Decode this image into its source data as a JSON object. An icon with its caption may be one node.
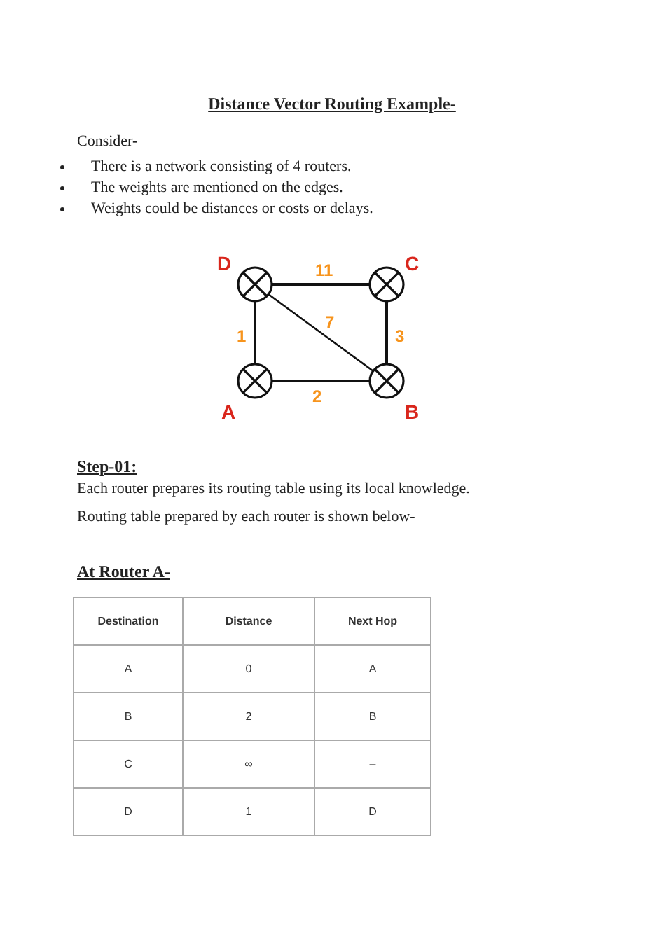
{
  "diagram": {
    "title": "Distance Vector Routing Example-",
    "nodes": [
      {
        "text": [],
        "shape": "circle",
        "beside": [
          "D"
        ]
      },
      {
        "text": [],
        "shape": "circle",
        "beside": [
          "C"
        ]
      },
      {
        "text": [],
        "shape": "circle",
        "beside": [
          "A"
        ]
      },
      {
        "text": [],
        "shape": "circle",
        "beside": [
          "B"
        ]
      }
    ],
    "edges": [
      {
        "from": 0,
        "to": 1,
        "arrow": "none",
        "label": "11"
      },
      {
        "from": 0,
        "to": 2,
        "arrow": "none",
        "label": "1"
      },
      {
        "from": 0,
        "to": 3,
        "arrow": "none",
        "label": "7"
      },
      {
        "from": 1,
        "to": 3,
        "arrow": "none",
        "label": "3"
      },
      {
        "from": 2,
        "to": 3,
        "arrow": "none",
        "label": "2"
      }
    ],
    "labels": [
      "Consider-",
      "There is a network consisting of 4 routers.",
      "The weights are mentioned on the edges.",
      "Weights could be distances or costs or delays.",
      "Step-01:",
      "Each router prepares its routing table using its local knowledge.",
      "Routing table prepared by each router is shown below-",
      "At Router A-",
      "Destination",
      "Distance",
      "Next Hop",
      "A",
      "0",
      "A",
      "B",
      "2",
      "B",
      "C",
      "∞",
      "–",
      "D",
      "1",
      "D"
    ]
  }
}
